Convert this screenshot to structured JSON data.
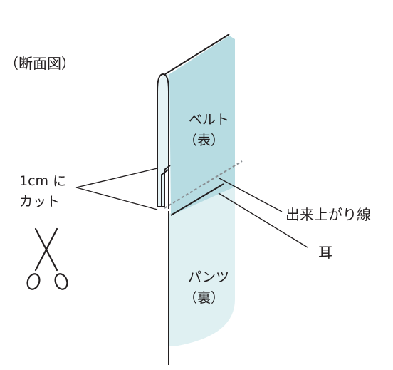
{
  "labels": {
    "section_view": "（断面図）",
    "belt": "ベルト",
    "belt_side": "（表）",
    "cut_line1": "1cm に",
    "cut_line2": "カット",
    "finish_line": "出来上がり線",
    "selvage": "耳",
    "pants": "パンツ",
    "pants_side": "（裏）"
  },
  "icons": {
    "scissors": "scissors-icon"
  },
  "colors": {
    "belt_fill": "#b7dce2",
    "pants_fill": "#dff0f2",
    "outline": "#231f20",
    "stitch": "#8a8f93"
  }
}
